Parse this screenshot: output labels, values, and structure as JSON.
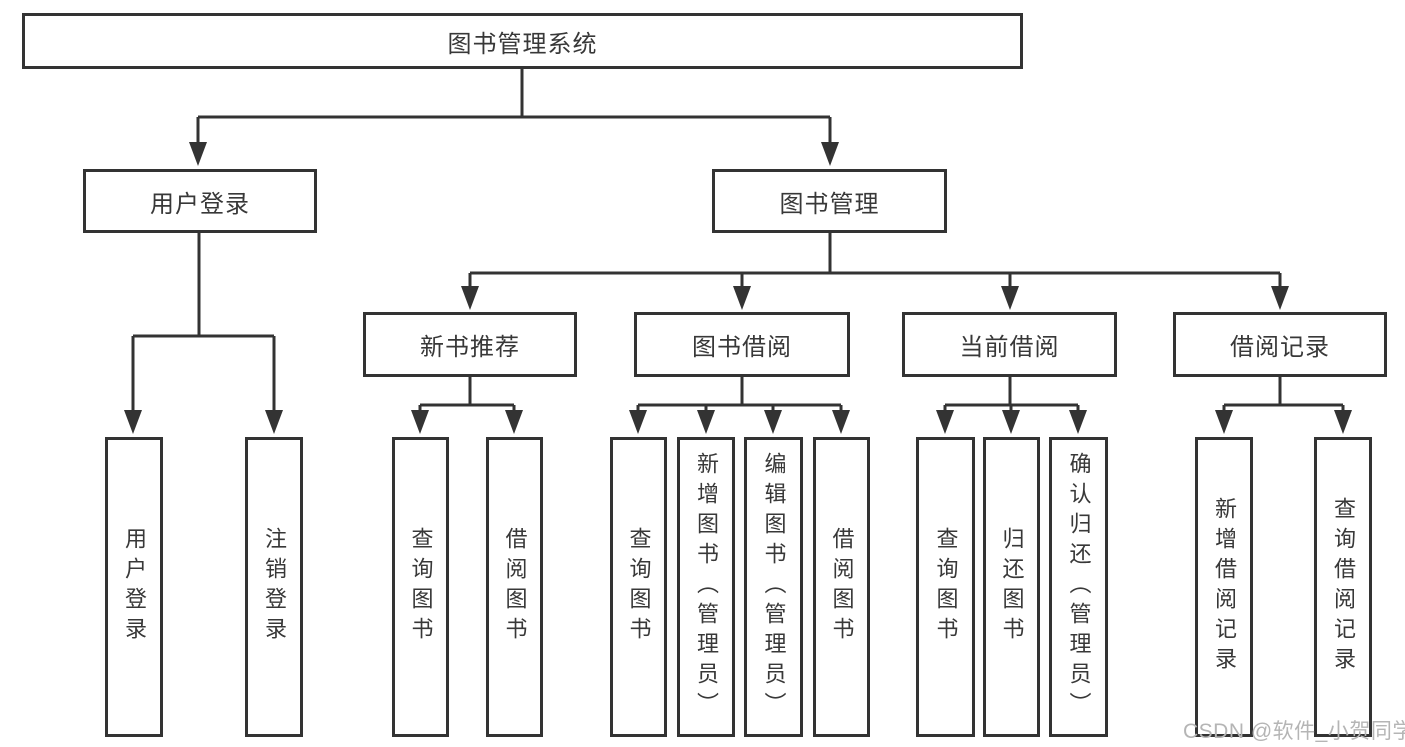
{
  "page": {
    "background": "#ffffff",
    "watermark": "CSDN @软件_小贺同学",
    "colors": {
      "line": "#333333",
      "box_border": "#333333",
      "box_fill": "#ffffff",
      "text": "#383838",
      "watermark_text": "#b5b5b5"
    }
  },
  "tree": {
    "root": {
      "label": "图书管理系统"
    },
    "branches": [
      {
        "label": "用户登录",
        "leaves": [
          "用户登录",
          "注销登录"
        ]
      },
      {
        "label": "图书管理",
        "groups": [
          {
            "label": "新书推荐",
            "leaves": [
              "查询图书",
              "借阅图书"
            ]
          },
          {
            "label": "图书借阅",
            "leaves": [
              "查询图书",
              "新增图书（管理员）",
              "编辑图书（管理员）",
              "借阅图书"
            ]
          },
          {
            "label": "当前借阅",
            "leaves": [
              "查询图书",
              "归还图书",
              "确认归还（管理员）"
            ]
          },
          {
            "label": "借阅记录",
            "leaves": [
              "新增借阅记录",
              "查询借阅记录"
            ]
          }
        ]
      }
    ]
  }
}
